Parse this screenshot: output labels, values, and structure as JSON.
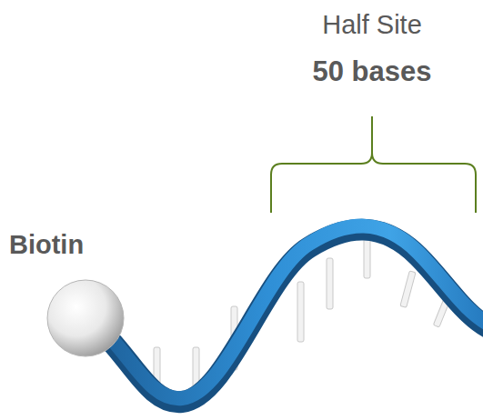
{
  "diagram": {
    "labels": [
      "Half Site",
      "50 bases",
      "Biotin"
    ]
  }
}
